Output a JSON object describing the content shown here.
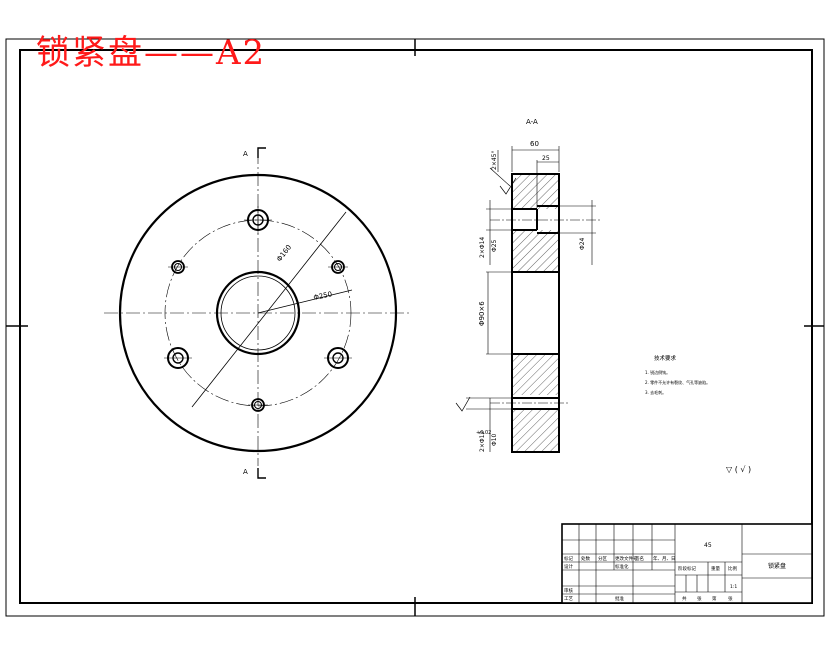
{
  "overlay_title": "锁紧盘——A2",
  "front_view": {
    "section_mark_top": "A",
    "section_mark_bottom": "A",
    "dim_pcd": "Φ160",
    "dim_outer": "Φ250"
  },
  "section_view": {
    "label": "A-A",
    "dim_width": "60",
    "dim_step": "25",
    "dim_chamfer": "2×45°",
    "dim_holes_top": "2×Φ14",
    "dim_depth_top": "Φ25",
    "dim_bore": "Φ90×6",
    "dim_right": "Φ24",
    "dim_holes_bottom": "2×Φ12",
    "dim_tol": "+0.02",
    "dim_bottom": "Φ10"
  },
  "tech_req": {
    "heading": "技术要求",
    "items": [
      "1. 锐边倒钝。",
      "2. 零件不允许有裂纹、气孔等缺陷。",
      "3. 去毛刺。"
    ]
  },
  "roughness": "▽ ( √ )",
  "title_block": {
    "material": "45",
    "part_name": "锁紧盘",
    "row_labels": [
      "标记",
      "处数",
      "分区",
      "更改文件号",
      "签名",
      "年、月、日"
    ],
    "left_labels": [
      "设计",
      "审核",
      "工艺"
    ],
    "standardization": "标准化",
    "approve": "批准",
    "stage_labels": [
      "阶段标记",
      "重量",
      "比例"
    ],
    "sheet_labels": [
      "共",
      "张",
      "第",
      "张"
    ],
    "scale": "1:1"
  }
}
